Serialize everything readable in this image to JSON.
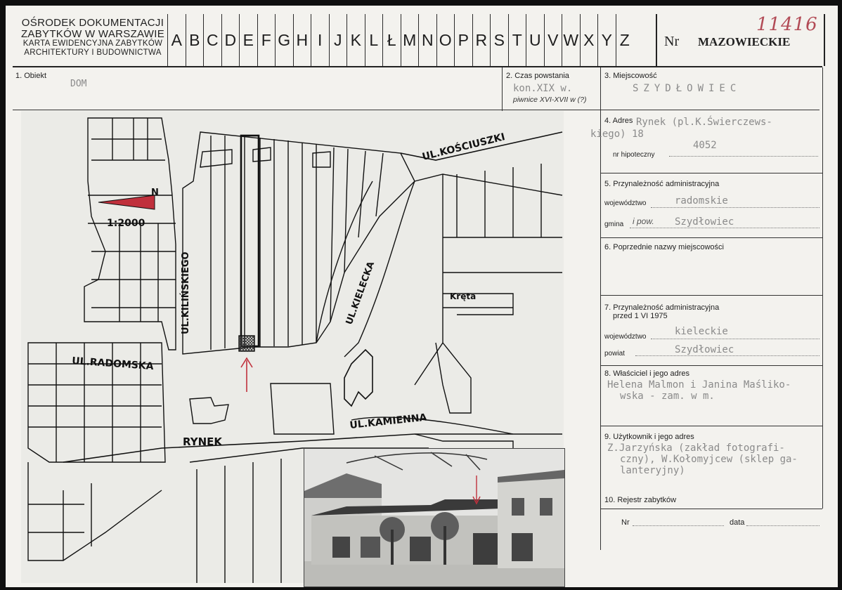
{
  "header": {
    "institution_line1": "OŚRODEK DOKUMENTACJI",
    "institution_line2": "ZABYTKÓW W WARSZAWIE",
    "institution_line3": "KARTA EWIDENCYJNA ZABYTKÓW",
    "institution_line4": "ARCHITEKTURY I BUDOWNICTWA",
    "letters": [
      "A",
      "B",
      "C",
      "D",
      "E",
      "F",
      "G",
      "H",
      "I",
      "J",
      "K",
      "L",
      "Ł",
      "M",
      "N",
      "O",
      "P",
      "R",
      "S",
      "T",
      "U",
      "V",
      "W",
      "X",
      "Y",
      "Z"
    ],
    "nr_label": "Nr",
    "voivodeship": "MAZOWIECKIE",
    "handwritten_number": "11416"
  },
  "fields": {
    "f1_label": "1. Obiekt",
    "f1_value": "DOM",
    "f2_label": "2. Czas powstania",
    "f2_value": "kon.XIX w.",
    "f2_note": "piwnice XVI-XVII w (?)",
    "f3_label": "3. Miejscowość",
    "f3_value": "SZYDŁOWIEC",
    "f4_label": "4. Adres",
    "f4_value_line1": "Rynek (pl.K.Świerczews-",
    "f4_value_line2": "kiego) 18",
    "f4_hip_label": "nr hipoteczny",
    "f4_hip_value": "4052",
    "f5_label": "5. Przynależność administracyjna",
    "f5_woj_label": "województwo",
    "f5_woj_value": "radomskie",
    "f5_gmina_label": "gmina",
    "f5_gmina_prefix": "i pow.",
    "f5_gmina_value": "Szydłowiec",
    "f6_label": "6. Poprzednie nazwy miejscowości",
    "f7_label_line1": "7. Przynależność administracyjna",
    "f7_label_line2": "przed 1 VI 1975",
    "f7_woj_label": "województwo",
    "f7_woj_value": "kieleckie",
    "f7_powiat_label": "powiat",
    "f7_powiat_value": "Szydłowiec",
    "f8_label": "8. Właściciel i jego adres",
    "f8_value_line1": "Helena Malmon i Janina Maśliko-",
    "f8_value_line2": "wska - zam. w m.",
    "f9_label": "9. Użytkownik i jego adres",
    "f9_value_line1": "Z.Jarzyńska (zakład fotografi-",
    "f9_value_line2": "czny), W.Kołomyjcew (sklep ga-",
    "f9_value_line3": "lanteryjny)",
    "f10_label": "10. Rejestr zabytków",
    "f10_nr_label": "Nr",
    "f10_data_label": "data"
  },
  "map": {
    "scale": "1:2000",
    "north": "N",
    "street_kosciuszki": "UL.KOŚCIUSZKI",
    "street_kilinskiego": "UL.KILIŃSKIEGO",
    "street_kielecka": "UL.KIELECKA",
    "street_radomska": "UL.RADOMSKA",
    "street_kamienna": "UL.KAMIENNA",
    "street_kreta": "Kręta",
    "square_rynek": "RYNEK"
  },
  "colors": {
    "arrow": "#c0303c",
    "handwriting": "#b24b56",
    "typewriter": "#8a8a8a"
  }
}
